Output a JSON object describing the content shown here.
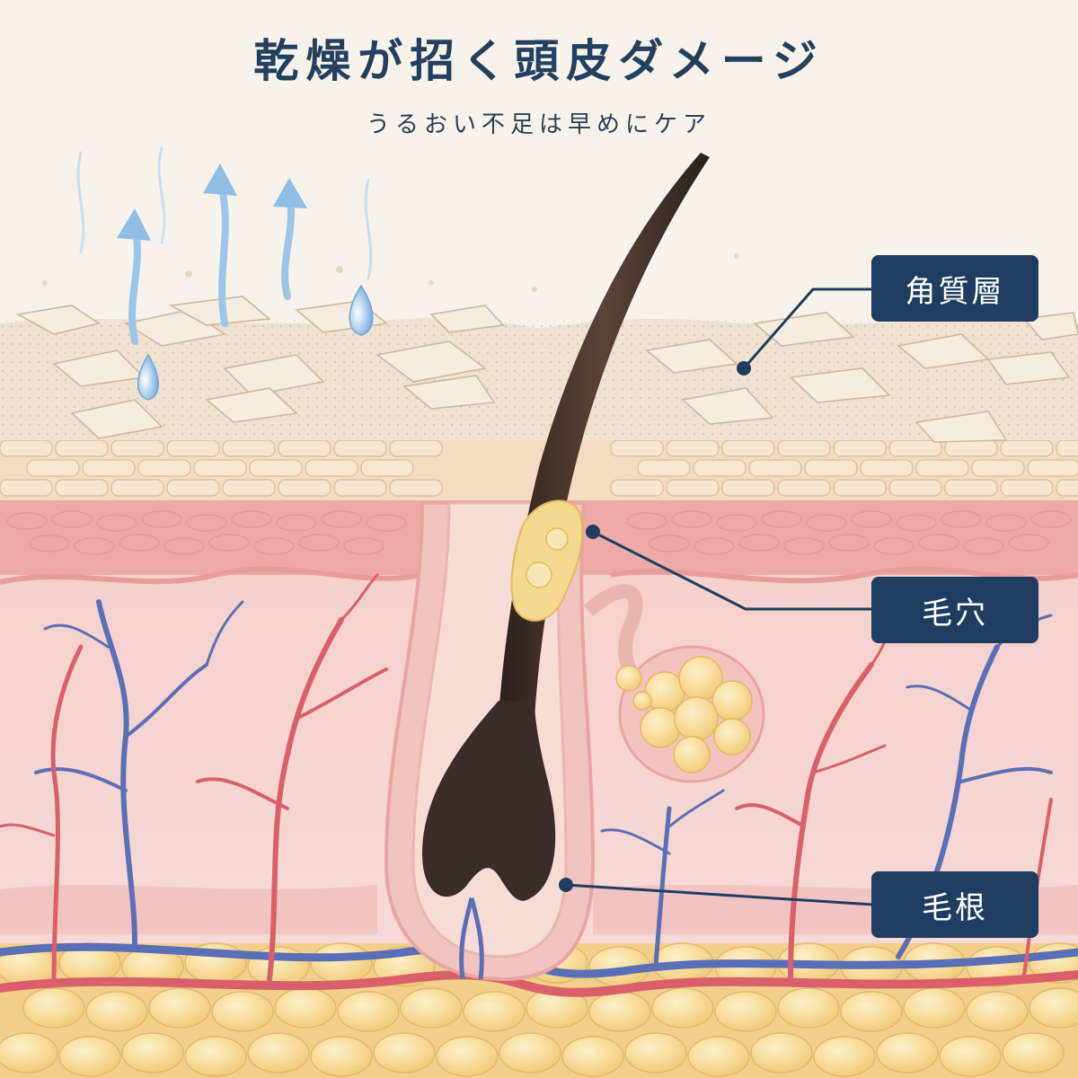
{
  "title": "乾燥が招く頭皮ダメージ",
  "subtitle": "うるおい不足は早めにケア",
  "labels": {
    "stratum_corneum": "角質層",
    "pore": "毛穴",
    "hair_root": "毛根"
  },
  "colors": {
    "label_bg": "#1f3d60",
    "title": "#22405f",
    "background": "#f8f3ea",
    "hair": "#3a2c26",
    "sebum": "#f3d98f",
    "artery": "#d9606a",
    "vein": "#5b6fb6",
    "fat": "#f6dc9e",
    "dermis": "#f6d4d2",
    "moisture": "#8fbde6"
  }
}
